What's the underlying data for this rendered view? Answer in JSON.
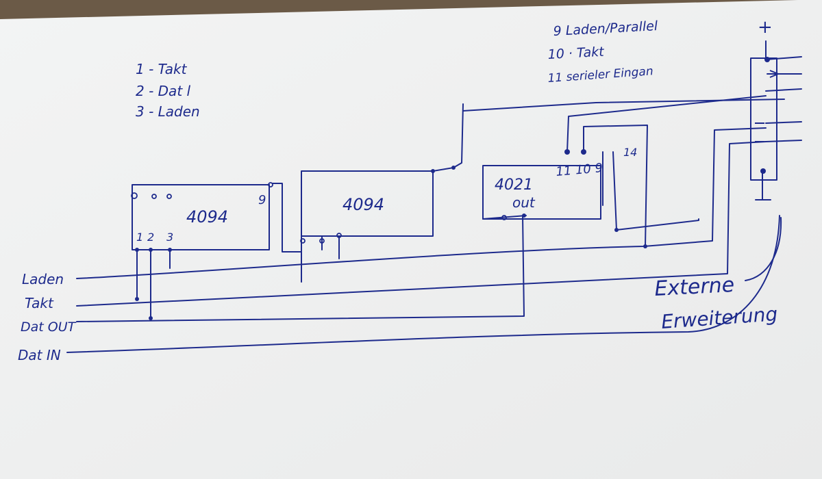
{
  "legend_left": [
    "1 - Takt",
    "2 - Dat l",
    "3 - Laden"
  ],
  "legend_right": [
    "9  Laden/Parallel",
    "10 · Takt",
    "11 serieler Eingan"
  ],
  "chips": {
    "chip1": {
      "label": "4094",
      "pins": [
        "1",
        "2",
        "3"
      ],
      "pin9": "9"
    },
    "chip2": {
      "label": "4094"
    },
    "chip3": {
      "label": "4021",
      "out": "out",
      "pins": "11 10 9",
      "pin14": "14"
    }
  },
  "signals": {
    "laden": "Laden",
    "takt": "Takt",
    "dat_out": "Dat OUT",
    "dat_in": "Dat IN"
  },
  "connector": {
    "plus": "+"
  },
  "external": {
    "line1": "Externe",
    "line2": "Erweiterung"
  },
  "colors": {
    "ink": "#1d2a8c",
    "paper": "#f4f5f4",
    "background": "#6b5a47"
  }
}
